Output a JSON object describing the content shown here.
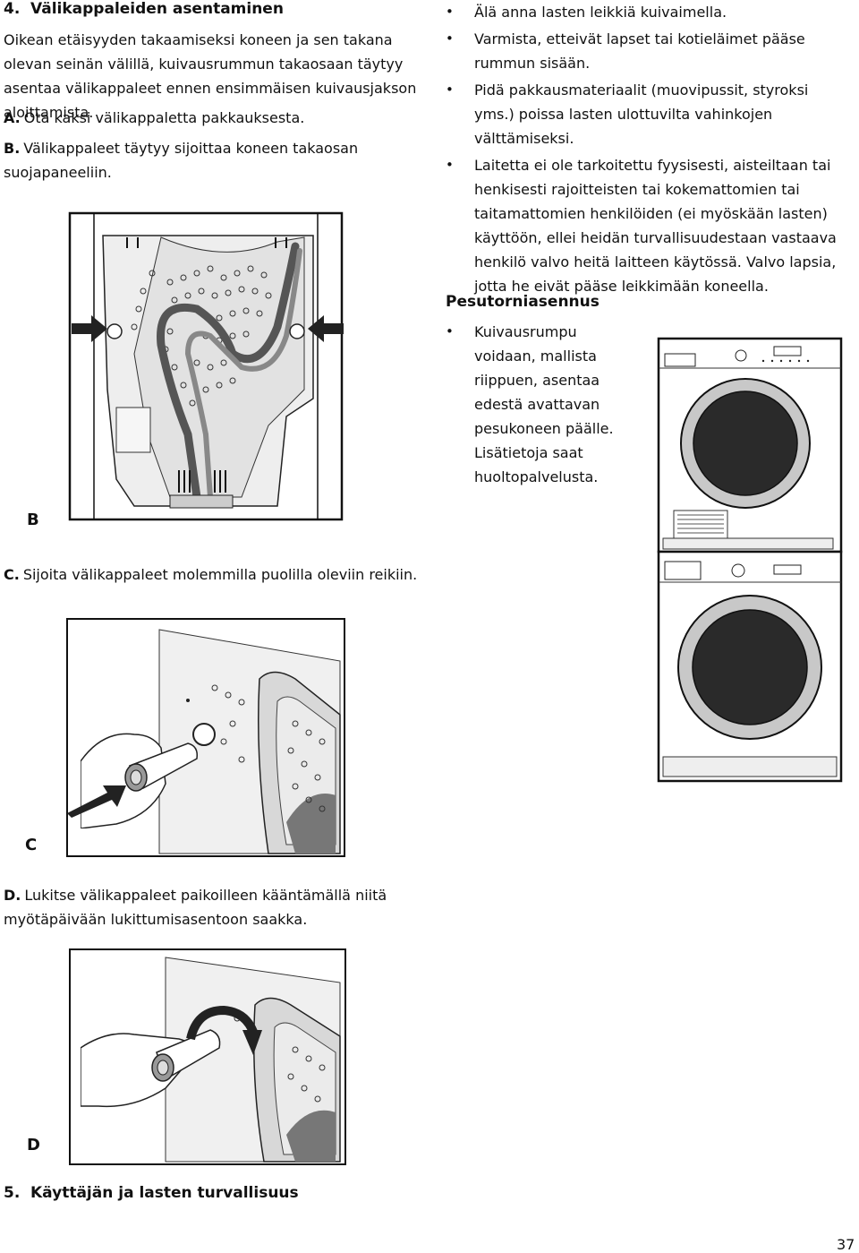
{
  "section4": {
    "number": "4.",
    "title": "Välikappaleiden asentaminen",
    "intro": "Oikean etäisyyden takaamiseksi koneen ja sen takana olevan seinän välillä, kuivausrummun takaosaan täytyy asentaa välikappaleet ennen ensimmäisen kuivausjakson aloittamista.",
    "steps": [
      {
        "letter": "A.",
        "text": "Ota kaksi välikappaletta pakkauksesta."
      },
      {
        "letter": "B.",
        "text": "Välikappaleet täytyy sijoittaa koneen takaosan suojapaneeliin."
      },
      {
        "letter": "C.",
        "text": "Sijoita välikappaleet molemmilla puolilla oleviin reikiin."
      },
      {
        "letter": "D.",
        "text": "Lukitse välikappaleet paikoilleen kääntämällä niitä myötäpäivään lukittumisasentoon saakka."
      }
    ],
    "figure_labels": {
      "b": "B",
      "c": "C",
      "d": "D"
    }
  },
  "safety_bullets": [
    "Älä anna lasten leikkiä kuivaimella.",
    "Varmista, etteivät lapset tai kotieläimet pääse rummun sisään.",
    "Pidä pakkausmateriaalit (muovipussit, styroksi yms.) poissa lasten ulottuvilta vahinkojen välttämiseksi.",
    "Laitetta ei ole tarkoitettu fyysisesti, aisteiltaan tai henkisesti rajoitteisten tai kokemattomien tai taitamattomien henkilöiden (ei myöskään lasten) käyttöön, ellei heidän turvallisuudestaan vastaava henkilö valvo heitä laitteen käytössä. Valvo lapsia, jotta he eivät pääse leikkimään koneella."
  ],
  "stacking": {
    "title": "Pesutorniasennus",
    "text": "Kuivausrumpu voidaan, mallista riippuen, asentaa edestä avattavan pesukoneen päälle. Lisätietoja saat huoltopalvelusta."
  },
  "section5": {
    "number": "5.",
    "title": "Käyttäjän ja lasten turvallisuus"
  },
  "page_number": "37",
  "icons": [
    "arrow-icon",
    "hand-icon",
    "rotate-arrow-icon"
  ],
  "colors": {
    "text": "#111111",
    "panel_fill": "#e9e9e9",
    "hose": "#555555"
  }
}
